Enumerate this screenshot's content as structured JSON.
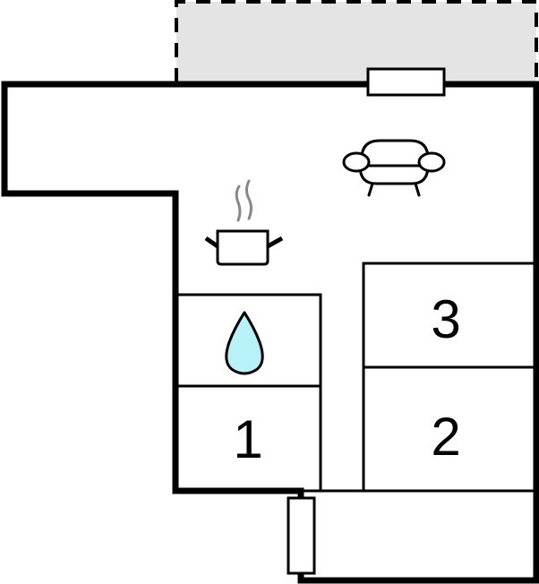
{
  "diagram": {
    "type": "floor-plan",
    "colors": {
      "wall": "#000000",
      "terrace_fill": "#e4e4e4",
      "water_drop_fill": "#b7f2f8",
      "steam": "#888888",
      "background": "#ffffff"
    },
    "areas": [
      {
        "id": "terrace",
        "kind": "outdoor-terrace",
        "outline": "dashed"
      },
      {
        "id": "living-kitchen",
        "kind": "living-room-with-kitchen",
        "icons": [
          "sofa-icon",
          "cooking-pot-icon"
        ]
      },
      {
        "id": "bathroom",
        "kind": "bathroom",
        "icons": [
          "water-drop-icon"
        ]
      },
      {
        "id": "room-1",
        "kind": "bedroom",
        "label": "1"
      },
      {
        "id": "room-2",
        "kind": "bedroom",
        "label": "2"
      },
      {
        "id": "room-3",
        "kind": "bedroom",
        "label": "3"
      },
      {
        "id": "hallway",
        "kind": "hallway"
      }
    ],
    "openings": [
      {
        "id": "door-terrace",
        "kind": "door",
        "position": "top-wall"
      },
      {
        "id": "door-entrance",
        "kind": "door",
        "position": "bottom-left-wall"
      }
    ],
    "labels": {
      "room_1": "1",
      "room_2": "2",
      "room_3": "3"
    }
  }
}
